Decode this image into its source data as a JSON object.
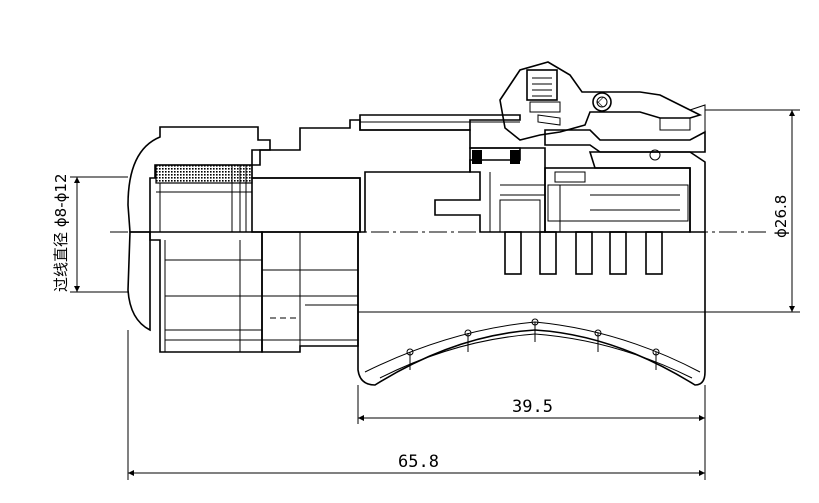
{
  "dimensions": {
    "cable_diameter_label": "过线直径 ϕ8-ϕ12",
    "outer_diameter_label": "ϕ26.8",
    "partial_length_label": "39.5",
    "total_length_label": "65.8"
  },
  "colors": {
    "line": "#000000",
    "background": "#ffffff"
  }
}
